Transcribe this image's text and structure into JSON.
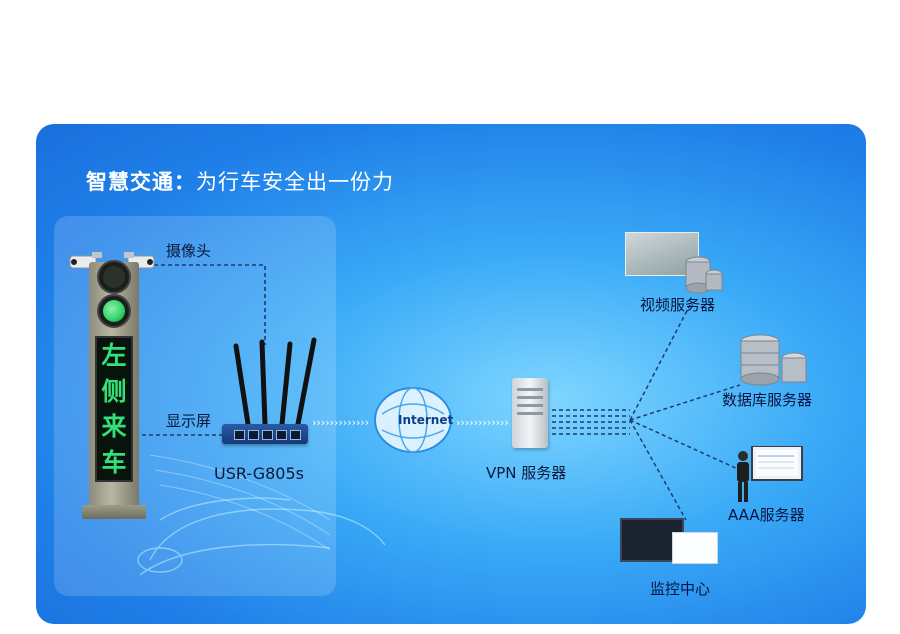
{
  "title": {
    "bold": "智慧交通：",
    "normal": "为行车安全出一份力"
  },
  "sign": {
    "chars": [
      "左",
      "侧",
      "来",
      "车"
    ]
  },
  "labels": {
    "camera": "摄像头",
    "display": "显示屏",
    "router": "USR-G805s",
    "internet": "Internet",
    "vpn": "VPN 服务器",
    "video": "视频服务器",
    "database": "数据库服务器",
    "aaa": "AAA服务器",
    "monitor": "监控中心"
  },
  "colors": {
    "card_base": "#1f7fe8",
    "sign_text": "#33e07a",
    "signal_on": "#35d66b",
    "dash_line": "#1f3a73"
  },
  "icons": [
    "camera-icon",
    "traffic-signal-icon",
    "router-icon",
    "globe-icon",
    "server-icon",
    "database-icon",
    "person-icon",
    "monitor-icon"
  ]
}
